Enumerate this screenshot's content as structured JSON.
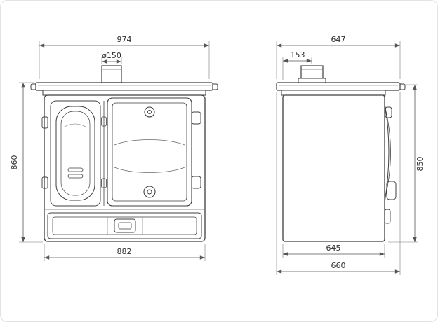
{
  "drawing": {
    "background": "#ffffff",
    "line_color": "#3f3f3f",
    "dimension_color": "#555555",
    "front_view": {
      "dims": {
        "top_width": "974",
        "flue_diameter": "ø150",
        "height": "860",
        "body_width": "882"
      }
    },
    "side_view": {
      "dims": {
        "top_depth": "647",
        "flue_offset": "153",
        "height": "850",
        "body_depth": "645",
        "overall_depth": "660"
      }
    }
  }
}
